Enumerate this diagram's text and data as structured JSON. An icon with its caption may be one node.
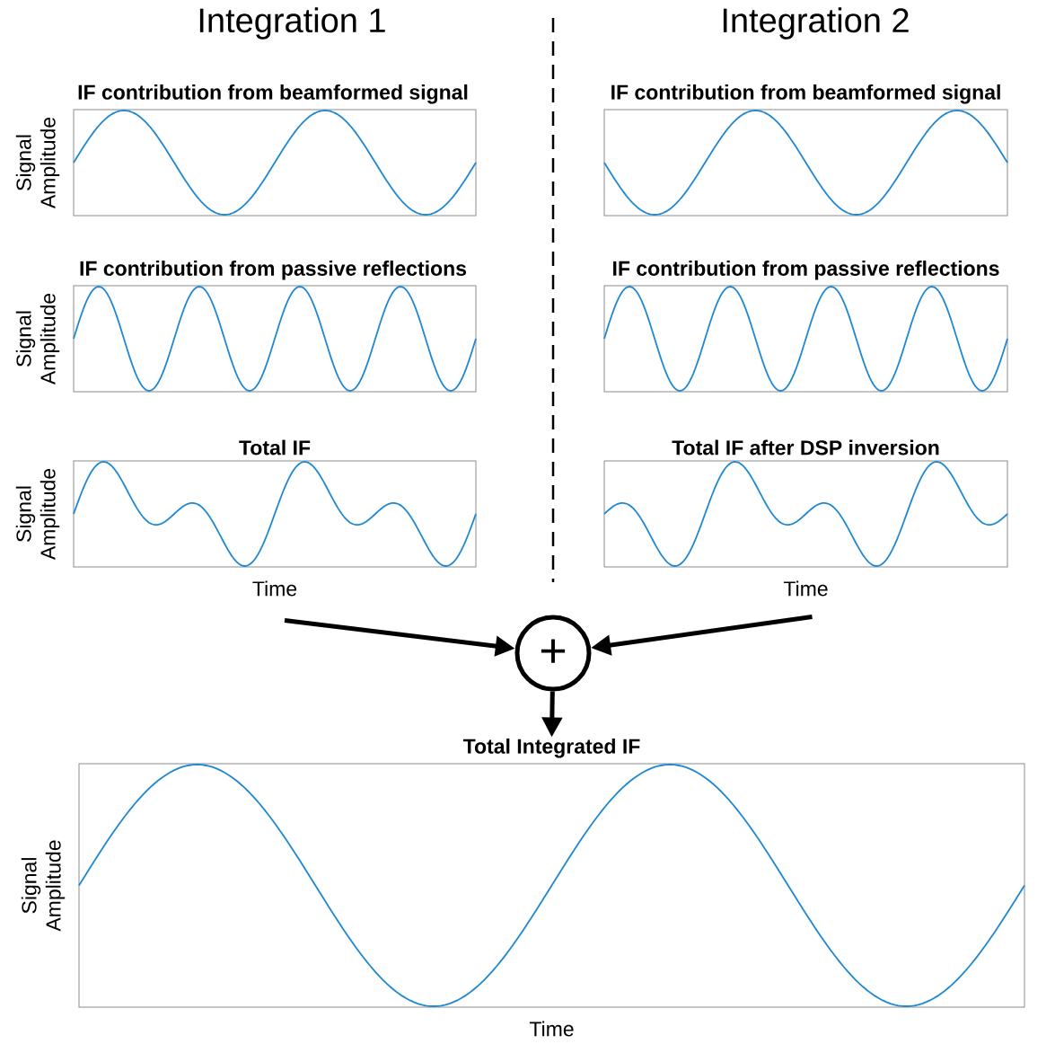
{
  "diagram": {
    "nodes": [
      {
        "text": [
          "IF contribution from beamformed signal"
        ],
        "beside": [
          "Signal Amplitude"
        ]
      },
      {
        "text": [
          "IF contribution from beamformed signal"
        ]
      },
      {
        "text": [
          "IF contribution from passive reflections"
        ],
        "beside": [
          "Signal Amplitude"
        ]
      },
      {
        "text": [
          "IF contribution from passive reflections"
        ]
      },
      {
        "text": [
          "Total IF"
        ],
        "beside": [
          "Signal Amplitude",
          "Time"
        ]
      },
      {
        "text": [
          "Total IF after DSP inversion"
        ],
        "beside": [
          "Time"
        ]
      },
      {
        "text": [
          "+"
        ]
      },
      {
        "text": [
          "Total Integrated IF"
        ],
        "beside": [
          "Signal Amplitude",
          "Time"
        ]
      }
    ],
    "edges": [
      {
        "from": 4,
        "to": 6,
        "arrow": "to"
      },
      {
        "from": 5,
        "to": 6,
        "arrow": "to"
      },
      {
        "from": 6,
        "to": 7,
        "arrow": "to"
      }
    ],
    "labels": [
      "Integration 1",
      "Integration 2"
    ]
  }
}
